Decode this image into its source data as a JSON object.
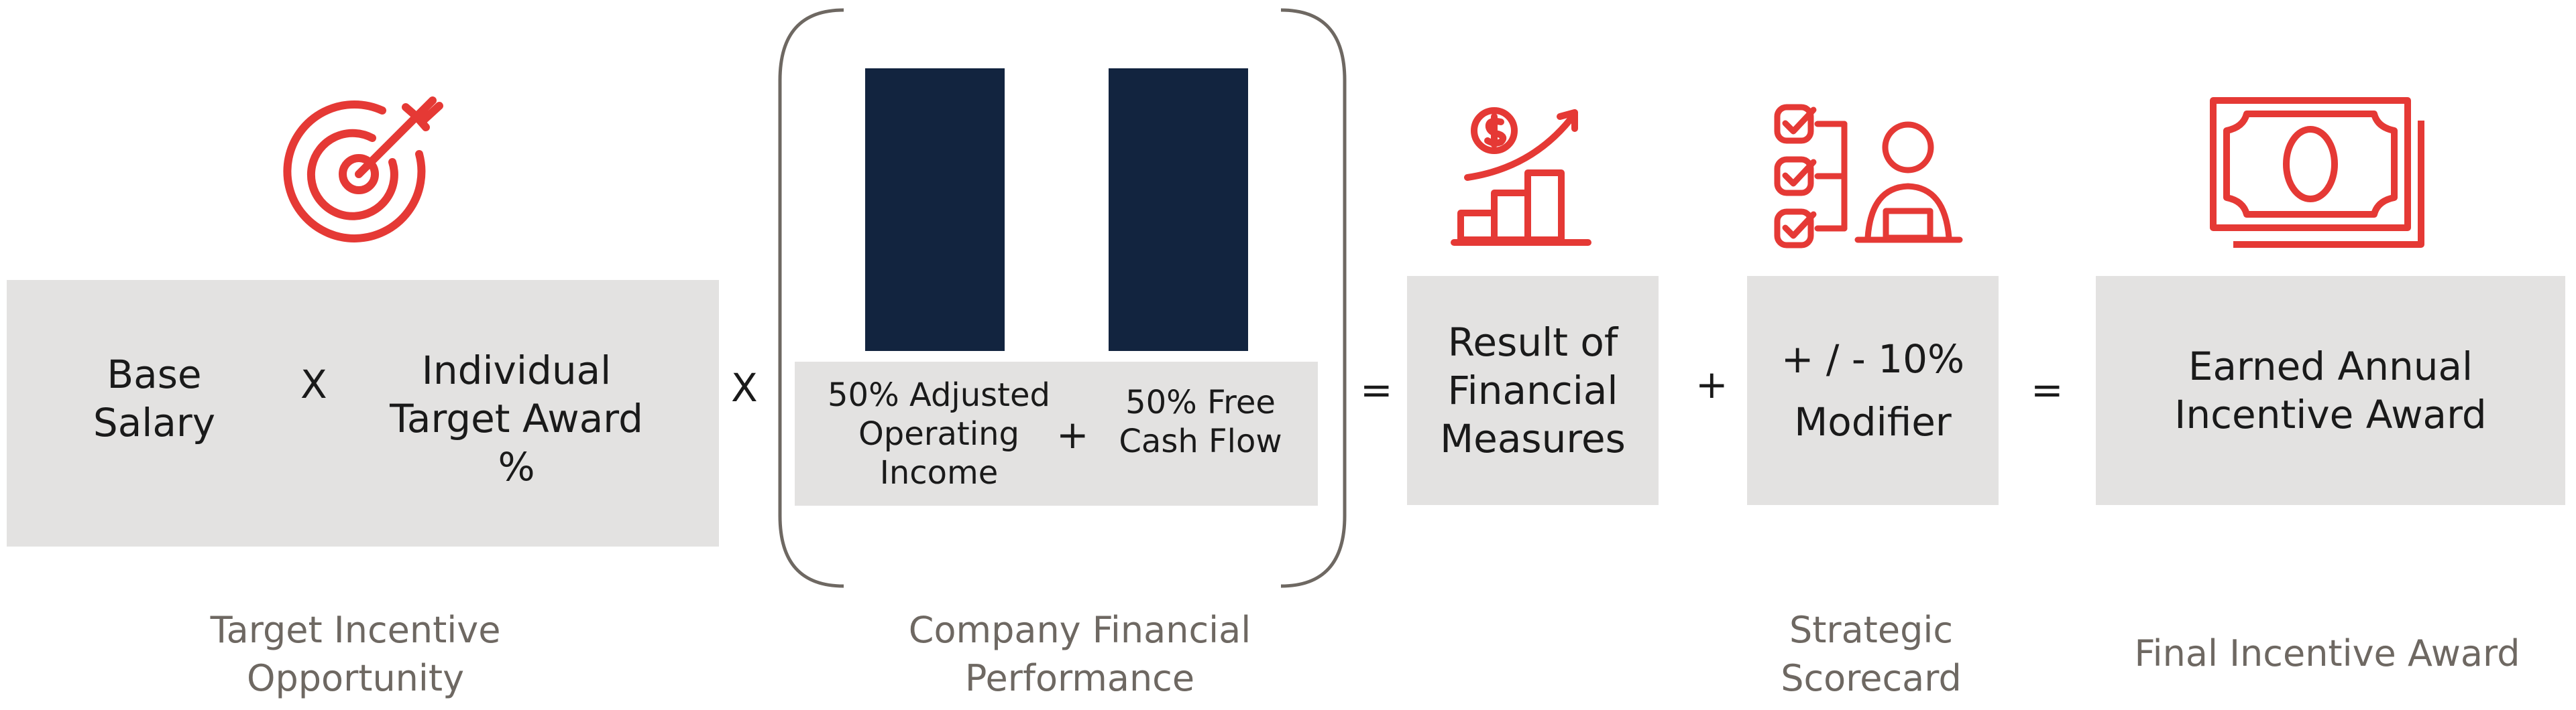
{
  "colors": {
    "accent": "#e53935",
    "navy": "#12243f",
    "box": "#e3e2e1",
    "caption": "#6e6862"
  },
  "icons": [
    "target-icon",
    "financial-growth-icon",
    "scorecard-icon",
    "money-bill-icon"
  ],
  "target": {
    "base_salary": [
      "Base",
      "Salary"
    ],
    "times": "X",
    "award_pct": [
      "Individual",
      "Target Award",
      "%"
    ]
  },
  "times_outer": "X",
  "company": {
    "adjusted": [
      "50% Adjusted",
      "Operating",
      "Income"
    ],
    "plus": "+",
    "fcf": [
      "50% Free",
      "Cash Flow"
    ]
  },
  "equals_1": "=",
  "result": [
    "Result of",
    "Financial",
    "Measures"
  ],
  "plus_outer": "+",
  "modifier": [
    "+ / - 10%",
    "Modifier"
  ],
  "equals_2": "=",
  "earned": [
    "Earned Annual",
    "Incentive Award"
  ],
  "captions": {
    "target": [
      "Target Incentive",
      "Opportunity"
    ],
    "company": [
      "Company Financial",
      "Performance"
    ],
    "strategic": [
      "Strategic",
      "Scorecard"
    ],
    "final": "Final Incentive Award"
  }
}
